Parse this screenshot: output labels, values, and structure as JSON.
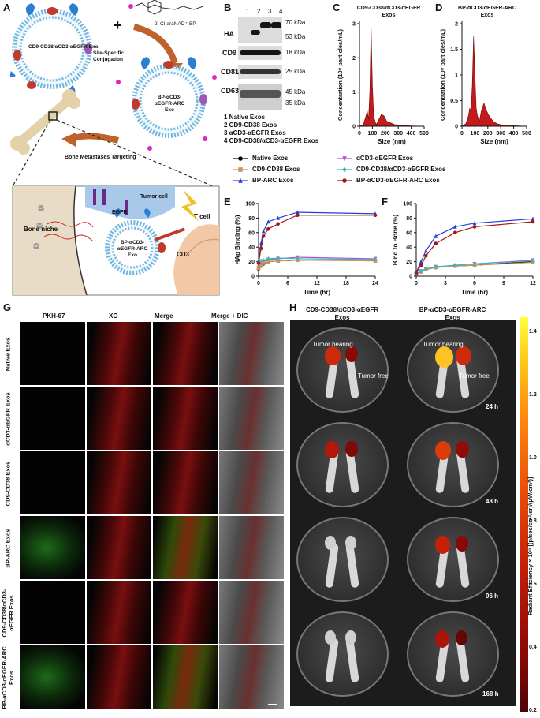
{
  "panels": {
    "A": "A",
    "B": "B",
    "C": "C",
    "D": "D",
    "E": "E",
    "F": "F",
    "G": "G",
    "H": "H"
  },
  "panelA": {
    "exo1_label": "CD9-CD38/αCD3-αEGFR Exo",
    "plus": "+",
    "reagent": "2'-Cl-araNAD⁺-BP",
    "conjugation": "Site-Specific Conjugation",
    "exo2_label": "BP-αCD3-αEGFR-ARC Exo",
    "targeting": "Bone Metastases Targeting",
    "bone_niche": "Bone niche",
    "tumor_cell": "Tumor cell",
    "egfr": "EGFR",
    "t_cell": "T cell",
    "cd3": "CD3",
    "exo3_label": "BP-αCD3-αEGFR-ARC Exo",
    "ca": "Ca²⁺"
  },
  "panelB": {
    "lanes": [
      "1",
      "2",
      "3",
      "4"
    ],
    "rows": [
      "HA",
      "CD9",
      "CD81",
      "CD63"
    ],
    "kda": [
      "70 kDa",
      "53 kDa",
      "18 kDa",
      "25 kDa",
      "45 kDa",
      "35 kDa"
    ],
    "legend": [
      "1 Native Exos",
      "2 CD9-CD38 Exos",
      "3 αCD3-αEGFR Exos",
      "4 CD9-CD38/αCD3-αEGFR Exos"
    ]
  },
  "legendEF": [
    {
      "name": "Native Exos",
      "color": "#000000",
      "marker": "circle"
    },
    {
      "name": "αCD3-αEGFR Exos",
      "color": "#b04fd6",
      "marker": "tri-down"
    },
    {
      "name": "CD9-CD38 Exos",
      "color": "#c8965a",
      "marker": "square"
    },
    {
      "name": "CD9-CD38/αCD3-αEGFR Exos",
      "color": "#3fb8b0",
      "marker": "diamond"
    },
    {
      "name": "BP-ARC Exos",
      "color": "#1f3fe0",
      "marker": "tri-up"
    },
    {
      "name": "BP-αCD3-αEGFR-ARC Exos",
      "color": "#a01818",
      "marker": "circle"
    }
  ],
  "chart_data": [
    {
      "id": "C",
      "type": "area",
      "title": "CD9-CD38/αCD3-αEGFR Exos",
      "xlabel": "Size (nm)",
      "ylabel": "Concentration (10⁸ particles/mL)",
      "xlim": [
        0,
        500
      ],
      "ylim": [
        0,
        3
      ],
      "xticks": [
        0,
        100,
        200,
        300,
        400,
        500
      ],
      "yticks": [
        0,
        1,
        2,
        3
      ],
      "xticklabels": [
        "0",
        "100",
        "200",
        "300",
        "400",
        "500"
      ],
      "x": [
        0,
        30,
        50,
        60,
        70,
        80,
        90,
        100,
        110,
        120,
        130,
        150,
        170,
        190,
        210,
        240,
        270,
        300,
        350,
        400,
        500
      ],
      "y": [
        0,
        0.05,
        0.3,
        0.45,
        0.2,
        1.0,
        2.9,
        1.2,
        0.3,
        0.15,
        0.05,
        0.2,
        0.35,
        0.3,
        0.15,
        0.1,
        0.05,
        0.03,
        0.02,
        0.01,
        0
      ]
    },
    {
      "id": "D",
      "type": "area",
      "title": "BP-αCD3-αEGFR-ARC Exos",
      "xlabel": "Size (nm)",
      "ylabel": "Concentration (10⁸ particles/mL)",
      "xlim": [
        0,
        500
      ],
      "ylim": [
        0,
        2
      ],
      "xticks": [
        0,
        100,
        200,
        300,
        400,
        500
      ],
      "yticks": [
        0.0,
        0.5,
        1.0,
        1.5,
        2.0
      ],
      "xticklabels": [
        "0",
        "100",
        "200",
        "300",
        "400",
        "500"
      ],
      "x": [
        0,
        30,
        50,
        60,
        70,
        80,
        90,
        100,
        110,
        120,
        135,
        150,
        170,
        190,
        210,
        240,
        270,
        300,
        350,
        400,
        500
      ],
      "y": [
        0,
        0.05,
        0.2,
        0.35,
        0.3,
        0.8,
        1.75,
        1.0,
        0.35,
        0.2,
        0.1,
        0.3,
        0.45,
        0.3,
        0.2,
        0.1,
        0.05,
        0.03,
        0.02,
        0.01,
        0
      ]
    },
    {
      "id": "E",
      "type": "line",
      "xlabel": "Time (hr)",
      "ylabel": "HAp Binding (%)",
      "xlim": [
        0,
        24
      ],
      "ylim": [
        0,
        100
      ],
      "xticks": [
        0,
        6,
        12,
        18,
        24
      ],
      "yticks": [
        0,
        20,
        40,
        60,
        80,
        100
      ],
      "x": [
        0,
        0.5,
        1,
        2,
        4,
        8,
        24
      ],
      "series": [
        {
          "name": "Native Exos",
          "values": [
            10,
            14,
            17,
            20,
            21,
            22,
            22
          ]
        },
        {
          "name": "αCD3-αEGFR Exos",
          "values": [
            12,
            16,
            20,
            23,
            24,
            26,
            24
          ]
        },
        {
          "name": "CD9-CD38 Exos",
          "values": [
            11,
            15,
            18,
            20,
            21,
            22,
            21
          ]
        },
        {
          "name": "CD9-CD38/αCD3-αEGFR Exos",
          "values": [
            20,
            21,
            22,
            24,
            25,
            24,
            23
          ]
        },
        {
          "name": "BP-ARC Exos",
          "values": [
            20,
            45,
            62,
            75,
            80,
            88,
            86
          ]
        },
        {
          "name": "BP-αCD3-αEGFR-ARC Exos",
          "values": [
            18,
            38,
            55,
            65,
            72,
            84,
            84
          ]
        }
      ]
    },
    {
      "id": "F",
      "type": "line",
      "xlabel": "Time (hr)",
      "ylabel": "Bind to Bone (%)",
      "xlim": [
        0,
        12
      ],
      "ylim": [
        0,
        100
      ],
      "xticks": [
        0,
        3,
        6,
        9,
        12
      ],
      "yticks": [
        0,
        20,
        40,
        60,
        80,
        100
      ],
      "x": [
        0,
        0.5,
        1,
        2,
        4,
        6,
        12
      ],
      "series": [
        {
          "name": "Native Exos",
          "values": [
            3,
            6,
            9,
            12,
            14,
            15,
            20
          ]
        },
        {
          "name": "αCD3-αEGFR Exos",
          "values": [
            3,
            7,
            10,
            13,
            15,
            17,
            22
          ]
        },
        {
          "name": "CD9-CD38 Exos",
          "values": [
            3,
            6,
            9,
            12,
            14,
            15,
            19
          ]
        },
        {
          "name": "CD9-CD38/αCD3-αEGFR Exos",
          "values": [
            3,
            7,
            10,
            13,
            15,
            17,
            21
          ]
        },
        {
          "name": "BP-ARC Exos",
          "values": [
            5,
            20,
            35,
            55,
            68,
            73,
            79
          ]
        },
        {
          "name": "BP-αCD3-αEGFR-ARC Exos",
          "values": [
            5,
            15,
            28,
            45,
            60,
            68,
            75
          ]
        }
      ]
    }
  ],
  "panelG": {
    "columns": [
      "PKH-67",
      "XO",
      "Merge",
      "Merge + DIC"
    ],
    "rows": [
      "Native Exos",
      "αCD3-αEGFR Exos",
      "CD9-CD38 Exos",
      "BP-ARC Exos",
      "CD9-CD38/αCD3-αEGFR Exos",
      "BP-αCD3-αEGFR-ARC Exos"
    ],
    "green_rows": [
      3,
      5
    ]
  },
  "panelH": {
    "col1": "CD9-CD38/αCD3-αEGFR Exos",
    "col2": "BP-αCD3-αEGFR-ARC Exos",
    "tumor_bearing": "Tumor bearing",
    "tumor_free": "Tumor free",
    "times": [
      "24 h",
      "48 h",
      "96 h",
      "168 h"
    ],
    "colorbar_label": "Radiant Efficiency × 10⁹ [(p/sec/cm²/sr)/(μW/cm²)]",
    "colorbar_ticks": [
      "1.4",
      "1.2",
      "1.0",
      "0.8",
      "0.6",
      "0.4",
      "0.2"
    ],
    "colorbar_range": [
      0.2,
      1.45
    ],
    "signal_levels": {
      "col1": [
        [
          0.9,
          0.5
        ],
        [
          0.75,
          0.45
        ],
        [
          0.2,
          0.2
        ],
        [
          0.2,
          0.2
        ]
      ],
      "col2": [
        [
          1.35,
          0.9
        ],
        [
          1.0,
          0.55
        ],
        [
          0.85,
          0.5
        ],
        [
          0.7,
          0.3
        ]
      ]
    }
  }
}
